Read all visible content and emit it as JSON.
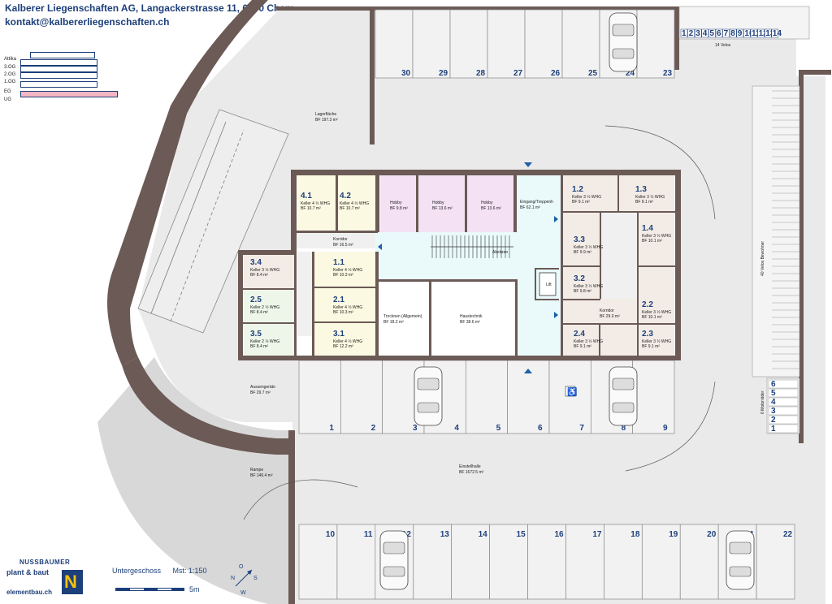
{
  "header": {
    "line1": "Kalberer Liegenschaften AG, Langackerstrasse 11, 6330 Cham",
    "line2": "kontakt@kalbererliegenschaften.ch"
  },
  "levels": {
    "items": [
      "Attika",
      "3.OG",
      "2.OG",
      "1.OG",
      "EG",
      "UG"
    ],
    "active": "UG",
    "active_color": "#f4b6c2"
  },
  "areas": [
    {
      "name": "Lagerfläche",
      "bf": "BF 197.3 m²"
    },
    {
      "name": "Aussengeräte",
      "bf": "BF 29.7 m²"
    },
    {
      "name": "Rampe",
      "bf": "BF 146.4 m²"
    },
    {
      "name": "Einstellhalle",
      "bf": "BF 1672.5 m²"
    },
    {
      "name": "Korridor",
      "bf": "BF 16.5 m²"
    },
    {
      "name": "Korridor",
      "bf": "BF 29.0 m²"
    },
    {
      "name": "Eingang/Treppenh",
      "bf": "BF 62.1 m²"
    },
    {
      "name": "Trocknen (Allgemein)",
      "bf": "BF 18.2 m²"
    },
    {
      "name": "Haustechnik",
      "bf": "BF 38.6 m²"
    },
    {
      "name": "Hobby",
      "bf": "BF 9.8 m²"
    },
    {
      "name": "Hobby",
      "bf": "BF 13.6 m²"
    },
    {
      "name": "Hobby",
      "bf": "BF 13.6 m²"
    },
    {
      "name": "Absitzen",
      "bf": ""
    },
    {
      "name": "Lift",
      "bf": ""
    }
  ],
  "cellars": [
    {
      "id": "4.1",
      "label": "Keller 4 ½ WHG",
      "bf": "BF 10.7 m²"
    },
    {
      "id": "4.2",
      "label": "Keller 4 ½ WHG",
      "bf": "BF 10.7 m²"
    },
    {
      "id": "3.4",
      "label": "Keller 3 ½ WHG",
      "bf": "BF 8.4 m²"
    },
    {
      "id": "2.5",
      "label": "Keller 2 ½ WHG",
      "bf": "BF 8.4 m²"
    },
    {
      "id": "3.5",
      "label": "Keller 2 ½ WHG",
      "bf": "BF 8.4 m²"
    },
    {
      "id": "1.1",
      "label": "Keller 4 ½ WHG",
      "bf": "BF 10.3 m²"
    },
    {
      "id": "2.1",
      "label": "Keller 4 ½ WHG",
      "bf": "BF 10.3 m²"
    },
    {
      "id": "3.1",
      "label": "Keller 4 ½ WHG",
      "bf": "BF 12.2 m²"
    },
    {
      "id": "1.2",
      "label": "Keller 3 ½ WHG",
      "bf": "BF 9.1 m²"
    },
    {
      "id": "1.3",
      "label": "Keller 3 ½ WHG",
      "bf": "BF 9.1 m²"
    },
    {
      "id": "1.4",
      "label": "Keller 3 ½ WHG",
      "bf": "BF 10.1 m²"
    },
    {
      "id": "3.3",
      "label": "Keller 3 ½ WHG",
      "bf": "BF 9.9 m²"
    },
    {
      "id": "3.2",
      "label": "Keller 3 ½ WHG",
      "bf": "BF 9.8 m²"
    },
    {
      "id": "2.2",
      "label": "Keller 3 ½ WHG",
      "bf": "BF 10.1 m²"
    },
    {
      "id": "2.4",
      "label": "Keller 3 ½ WHG",
      "bf": "BF 9.1 m²"
    },
    {
      "id": "2.3",
      "label": "Keller 3 ½ WHG",
      "bf": "BF 9.1 m²"
    }
  ],
  "parking": {
    "top_row": [
      "30",
      "29",
      "28",
      "27",
      "26",
      "25",
      "24",
      "23"
    ],
    "middle_row": [
      "1",
      "2",
      "3",
      "4",
      "5",
      "6",
      "7",
      "8",
      "9"
    ],
    "bottom_row": [
      "10",
      "11",
      "12",
      "13",
      "14",
      "15",
      "16",
      "17",
      "18",
      "19",
      "20",
      "21",
      "22"
    ]
  },
  "bikes": {
    "numbers": [
      "1",
      "2",
      "3",
      "4",
      "5",
      "6",
      "7",
      "8",
      "9",
      "10",
      "11",
      "12",
      "13",
      "14"
    ],
    "label": "14 Velos",
    "side_label": "40 Velos Bewohner"
  },
  "motorbikes": {
    "numbers": [
      "6",
      "5",
      "4",
      "3",
      "2",
      "1"
    ],
    "label": "6 Motorräder"
  },
  "footer": {
    "company_line1": "NUSSBAUMER",
    "company_line2": "plant & baut",
    "company_line3": "elementbau.ch",
    "floor": "Untergeschoss",
    "scale": "Mst: 1:150",
    "scalebar_label": "5m",
    "compass": [
      "N",
      "O",
      "S",
      "W"
    ]
  },
  "colors": {
    "brand": "#1d3f7a",
    "wall": "#6b5a55",
    "cellar_yellow": "#fbf9e1",
    "cellar_green": "#eef6ea",
    "cellar_beige": "#f3ece6",
    "hobby": "#f4e2f4",
    "stair_hall": "#eafafb"
  }
}
